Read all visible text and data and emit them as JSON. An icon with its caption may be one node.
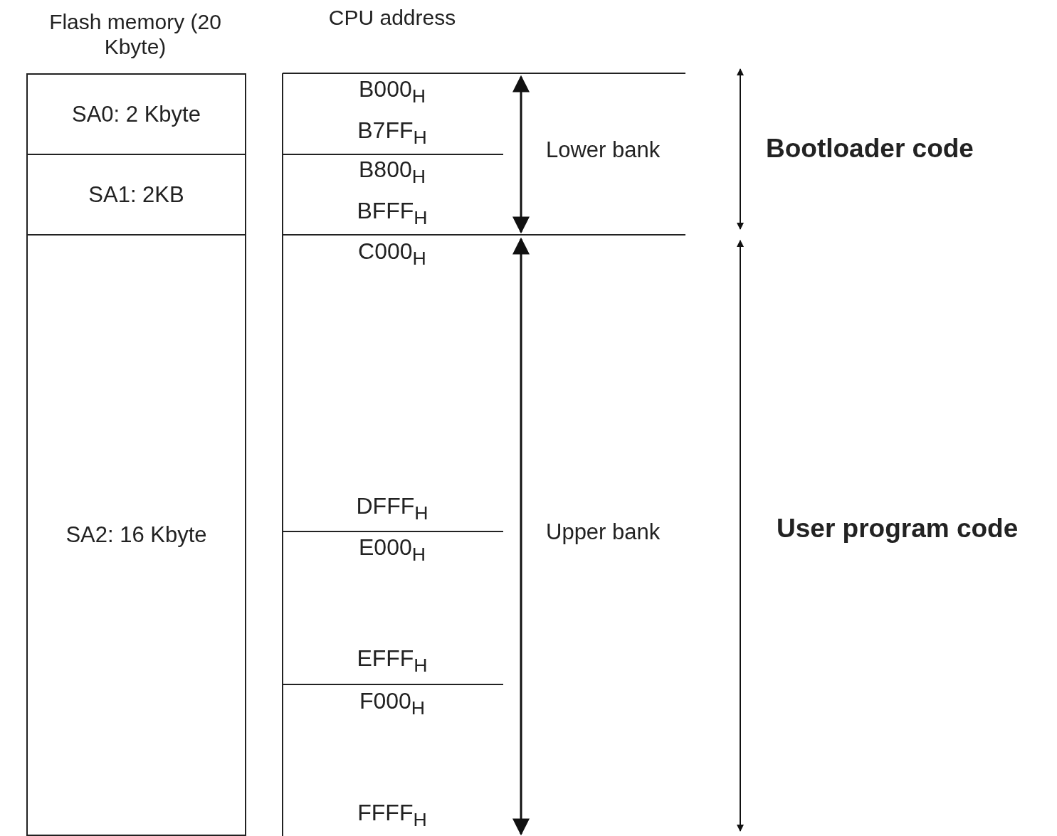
{
  "diagram": {
    "nodes": [
      {
        "text": [
          "SA0: 2 Kbyte"
        ]
      },
      {
        "text": [
          "SA1: 2KB"
        ]
      },
      {
        "text": [
          "SA2: 16 Kbyte"
        ]
      }
    ],
    "labels": [
      "Flash memory (20 Kbyte)",
      "CPU address",
      "B000$_{H}$",
      "B7FF$_{H}$",
      "Lower bank",
      "Bootloader code",
      "B800$_{H}$",
      "BFFF$_{H}$",
      "C000$_{H}$",
      "DFFF$_{H}$",
      "Upper bank",
      "User program code",
      "E000$_{H}$",
      "EFFF$_{H}$",
      "F000$_{H}$",
      "FFFF$_{H}$"
    ]
  }
}
